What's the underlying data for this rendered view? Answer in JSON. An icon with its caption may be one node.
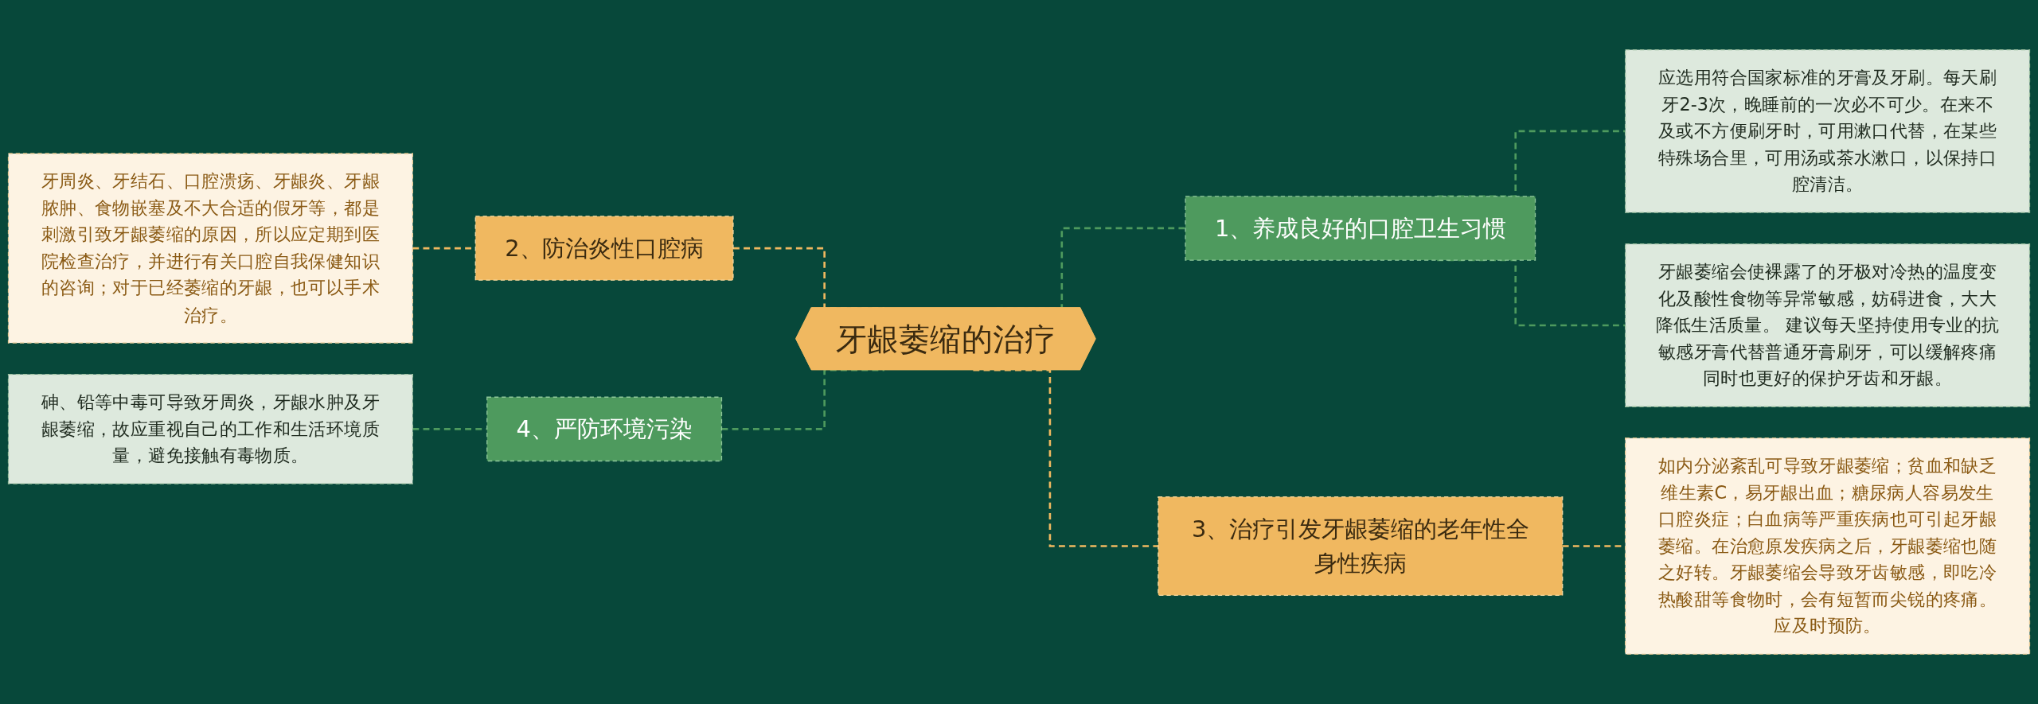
{
  "diagram": {
    "nodes": [
      {
        "text": [
          "牙龈萎缩的治疗"
        ]
      },
      {
        "text": [
          "1、养成良好的口腔卫生习惯"
        ]
      },
      {
        "text": [
          "应选用符合国家标准的牙膏及牙刷。每天刷牙2-3次，晚睡前的一次必不可少。在来不及或不方便刷牙时，可用漱口代替，在某些特殊场合里，可用汤或茶水漱口，以保持口腔清洁。"
        ]
      },
      {
        "text": [
          "牙龈萎缩会使裸露了的牙极对冷热的温度变化及酸性食物等异常敏感，妨碍进食，大大降低生活质量。 建议每天坚持使用专业的抗敏感牙膏代替普通牙膏刷牙，可以缓解疼痛同时也更好的保护牙齿和牙龈。"
        ]
      },
      {
        "text": [
          "2、防治炎性口腔病"
        ]
      },
      {
        "text": [
          "牙周炎、牙结石、口腔溃疡、牙龈炎、牙龈脓肿、食物嵌塞及不大合适的假牙等，都是刺激引致牙龈萎缩的原因，所以应定期到医院检查治疗，并进行有关口腔自我保健知识的咨询；对于已经萎缩的牙龈，也可以手术治疗。"
        ]
      },
      {
        "text": [
          "3、治疗引发牙龈萎缩的老年性全身性疾病"
        ]
      },
      {
        "text": [
          "如内分泌紊乱可导致牙龈萎缩；贫血和缺乏维生素C，易牙龈出血；糖尿病人容易发生口腔炎症；白血病等严重疾病也可引起牙龈萎缩。在治愈原发疾病之后，牙龈萎缩也随之好转。牙龈萎缩会导致牙齿敏感，即吃冷热酸甜等食物时，会有短暂而尖锐的疼痛。应及时预防。"
        ]
      },
      {
        "text": [
          "4、严防环境污染"
        ]
      },
      {
        "text": [
          "砷、铅等中毒可导致牙周炎，牙龈水肿及牙龈萎缩，故应重视自己的工作和生活环境质量，避免接触有毒物质。"
        ]
      }
    ],
    "edges": [
      {
        "from": 0,
        "to": 1,
        "arrow": "none",
        "style": "dashed"
      },
      {
        "from": 1,
        "to": 2,
        "arrow": "none",
        "style": "dashed"
      },
      {
        "from": 1,
        "to": 3,
        "arrow": "none",
        "style": "dashed"
      },
      {
        "from": 4,
        "to": 0,
        "arrow": "none",
        "style": "dashed",
        "color": "#f0b860"
      },
      {
        "from": 5,
        "to": 4,
        "arrow": "none",
        "style": "dashed",
        "color": "#f0b860"
      },
      {
        "from": 0,
        "to": 6,
        "arrow": "none",
        "style": "dashed",
        "color": "#f0b860"
      },
      {
        "from": 6,
        "to": 7,
        "arrow": "none",
        "style": "dashed",
        "color": "#f0b860"
      },
      {
        "from": 8,
        "to": 0,
        "arrow": "none",
        "style": "dashed"
      },
      {
        "from": 9,
        "to": 8,
        "arrow": "none",
        "style": "dashed"
      }
    ]
  }
}
